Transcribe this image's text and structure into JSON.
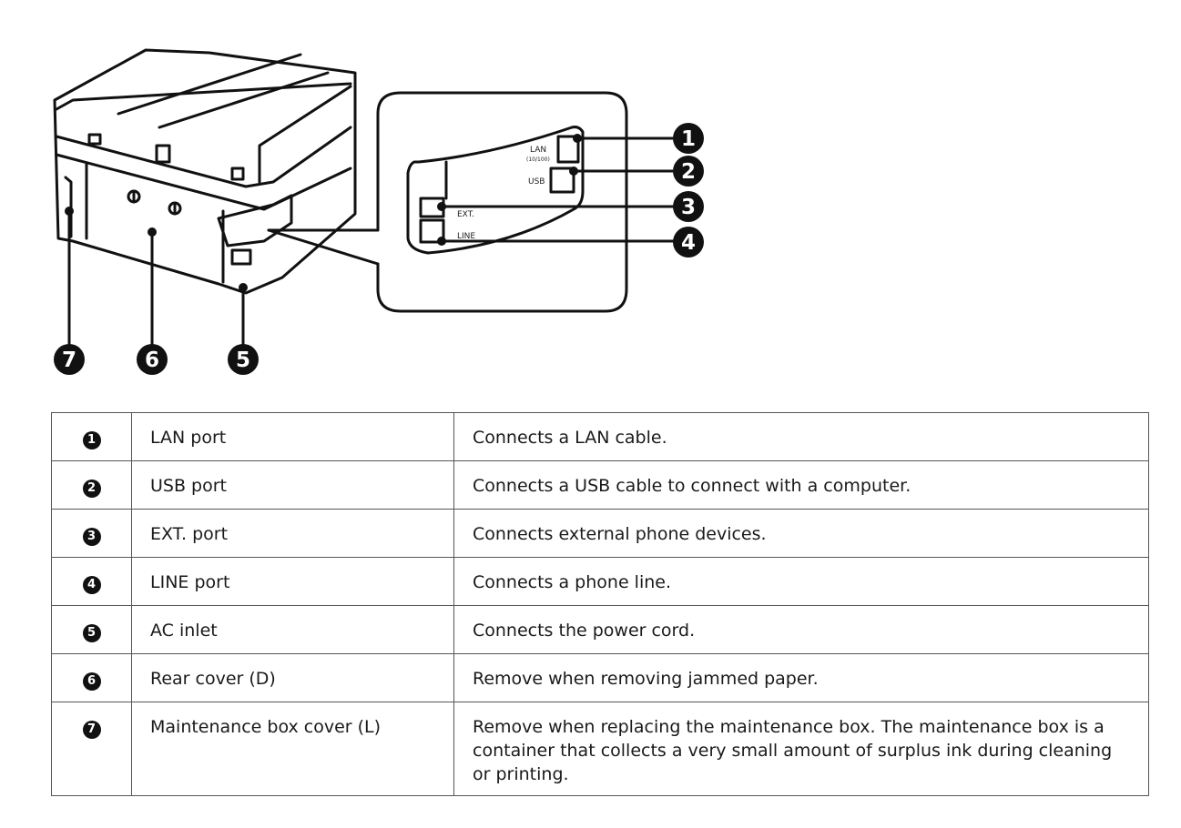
{
  "illustration": {
    "callouts": [
      "1",
      "2",
      "3",
      "4",
      "5",
      "6",
      "7"
    ],
    "port_labels": {
      "lan": "LAN",
      "lan_speed": "(10/100)",
      "usb": "USB",
      "ext": "EXT.",
      "line": "LINE"
    }
  },
  "table": {
    "rows": [
      {
        "num": "1",
        "name": "LAN port",
        "desc": "Connects a LAN cable."
      },
      {
        "num": "2",
        "name": "USB port",
        "desc": "Connects a USB cable to connect with a computer."
      },
      {
        "num": "3",
        "name": "EXT. port",
        "desc": "Connects external phone devices."
      },
      {
        "num": "4",
        "name": "LINE port",
        "desc": "Connects a phone line."
      },
      {
        "num": "5",
        "name": "AC inlet",
        "desc": "Connects the power cord."
      },
      {
        "num": "6",
        "name": "Rear cover (D)",
        "desc": "Remove when removing jammed paper."
      },
      {
        "num": "7",
        "name": "Maintenance box cover (L)",
        "desc": "Remove when replacing the maintenance box. The maintenance box is a container that collects a very small amount of surplus ink during cleaning or printing."
      }
    ]
  }
}
